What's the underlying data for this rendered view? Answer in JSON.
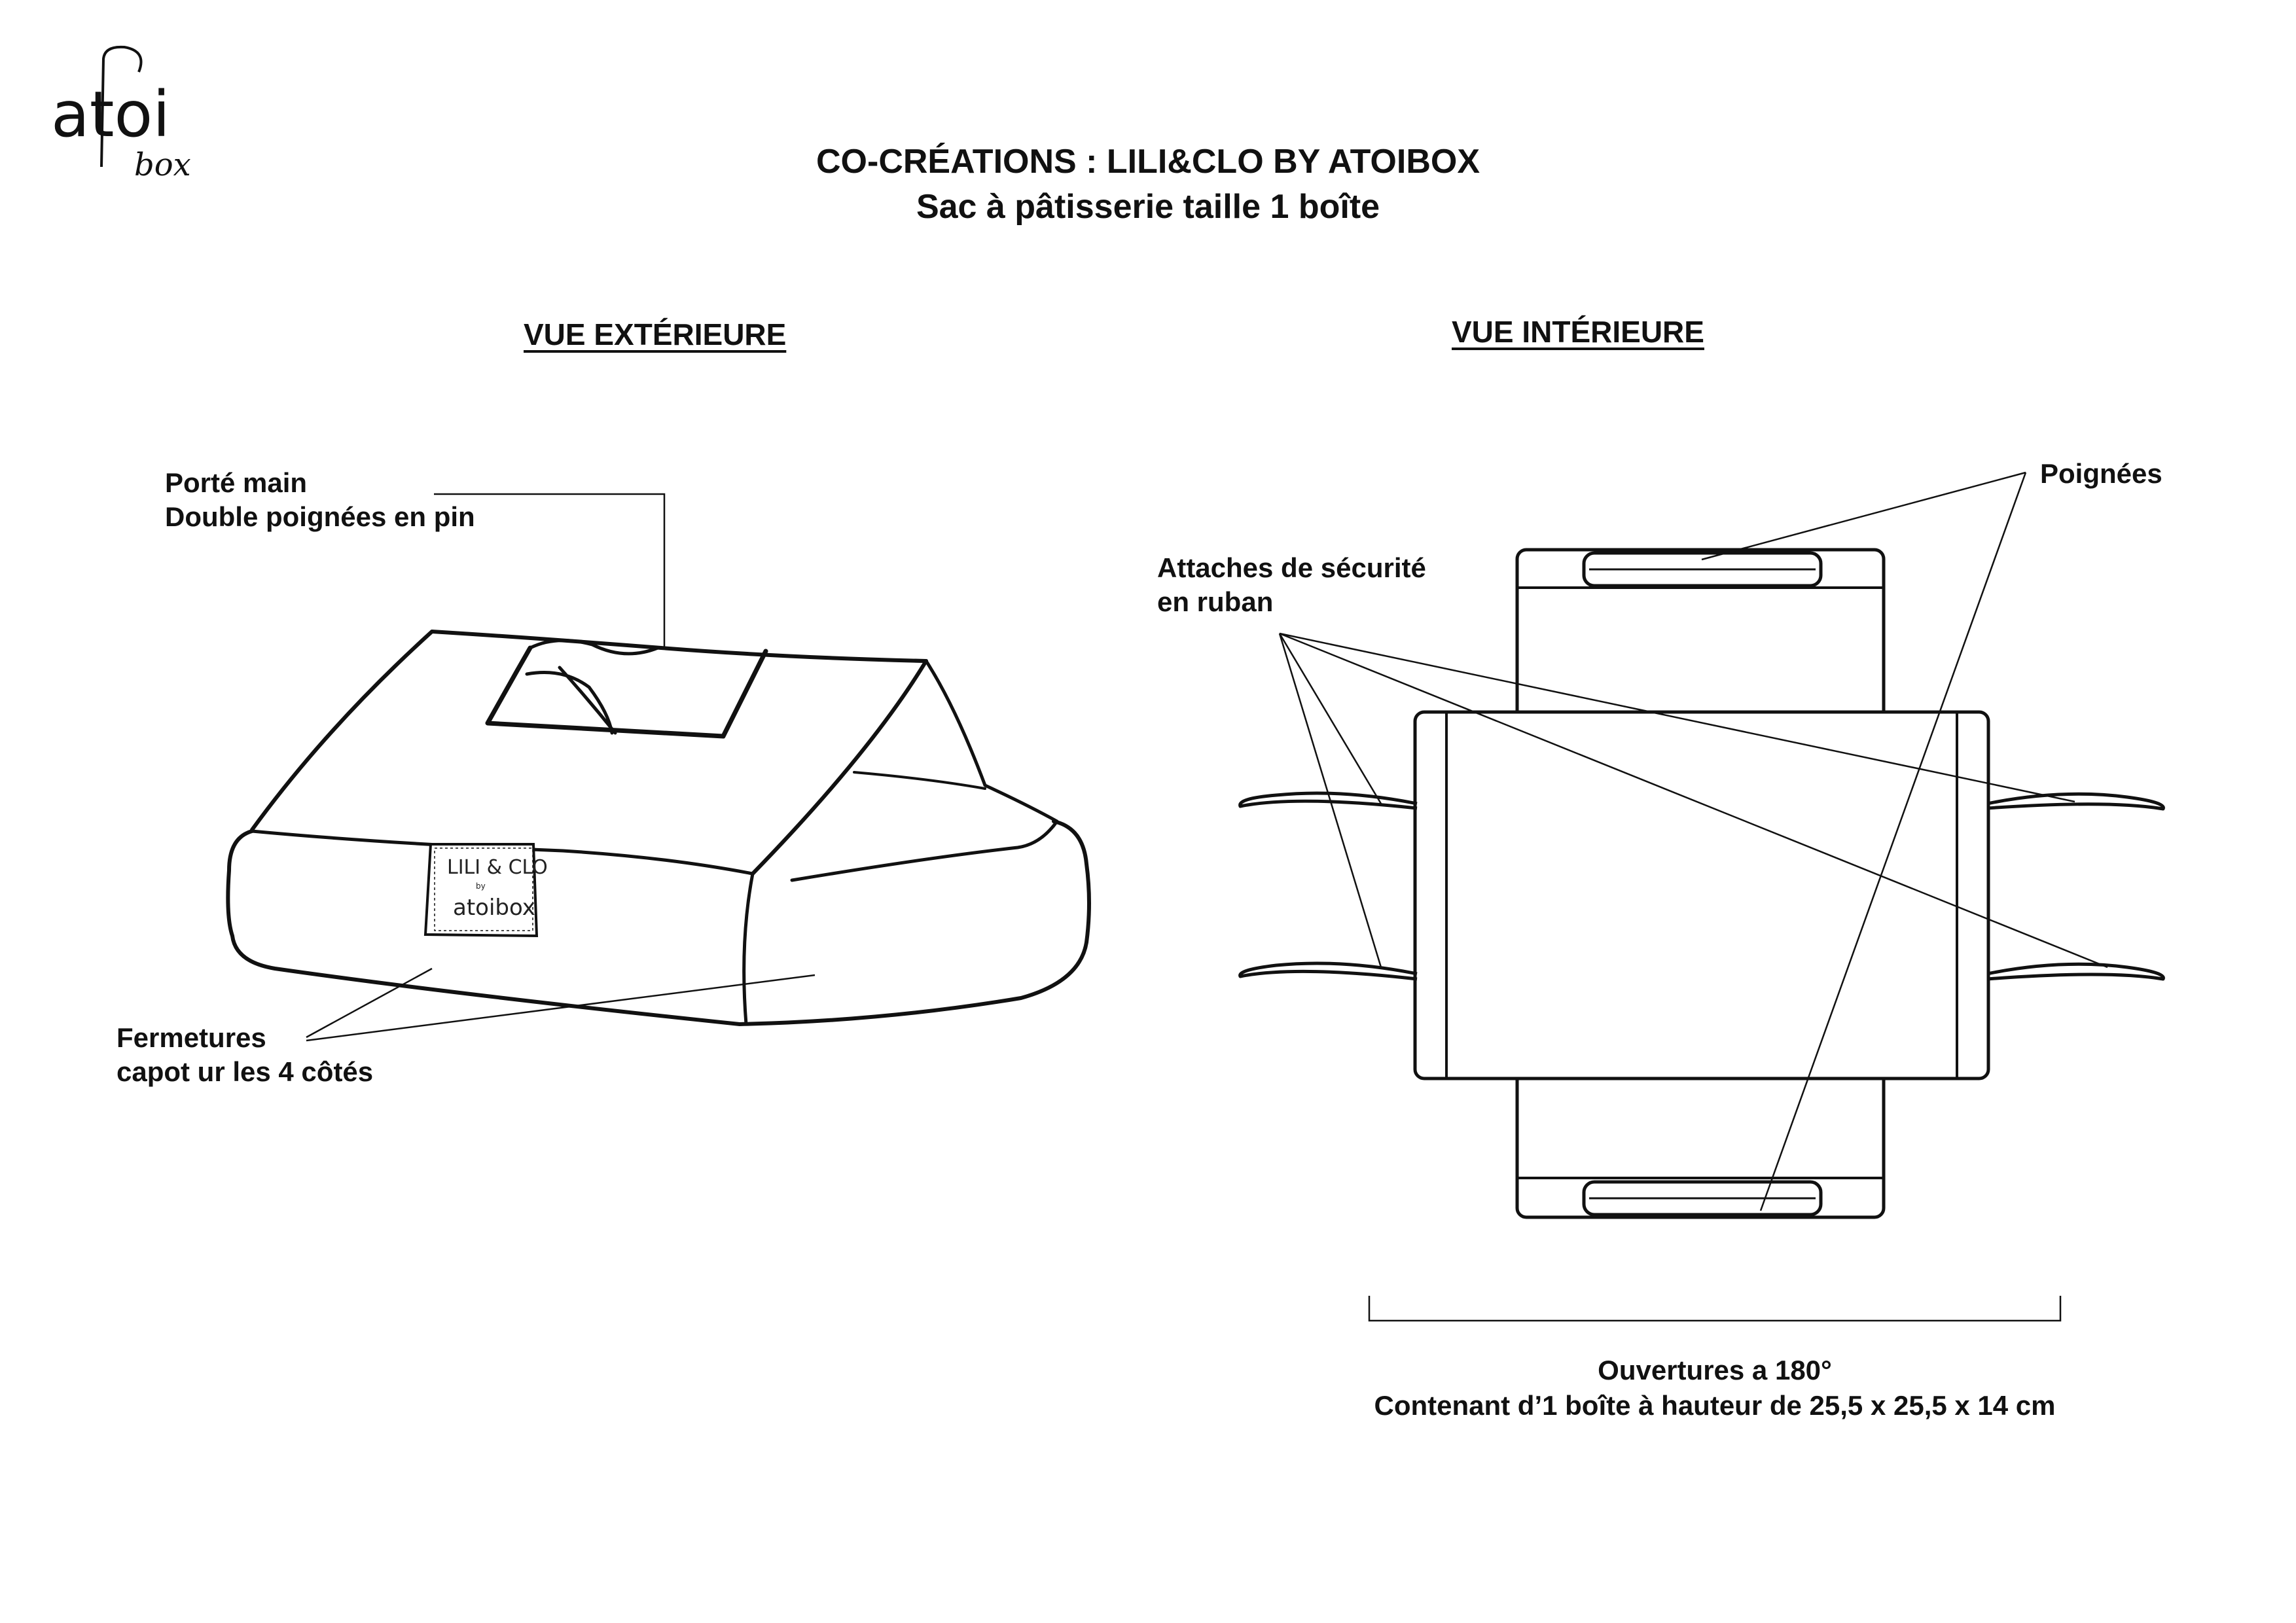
{
  "logo": {
    "main": "atoi",
    "script": "box"
  },
  "header": {
    "line1": "CO-CRÉATIONS : LILI&CLO BY ATOIBOX",
    "line2": "Sac à pâtisserie taille 1 boîte"
  },
  "exterior": {
    "title": "VUE EXTÉRIEURE",
    "handle_label_1": "Porté main",
    "handle_label_2": "Double poignées en pin",
    "closure_label_1": "Fermetures",
    "closure_label_2": "capot ur les 4 côtés",
    "tag": {
      "line1": "LILI & CLO",
      "line2": "by",
      "line3": "atoibox"
    }
  },
  "interior": {
    "title": "VUE INTÉRIEURE",
    "handles_label": "Poignées",
    "ties_label_1": "Attaches de sécurité",
    "ties_label_2": "en ruban",
    "opening_label": "Ouvertures a 180°",
    "capacity_label": "Contenant d’1 boîte à hauteur de 25,5 x 25,5 x 14 cm"
  },
  "colors": {
    "ink": "#111111",
    "background": "#ffffff"
  }
}
